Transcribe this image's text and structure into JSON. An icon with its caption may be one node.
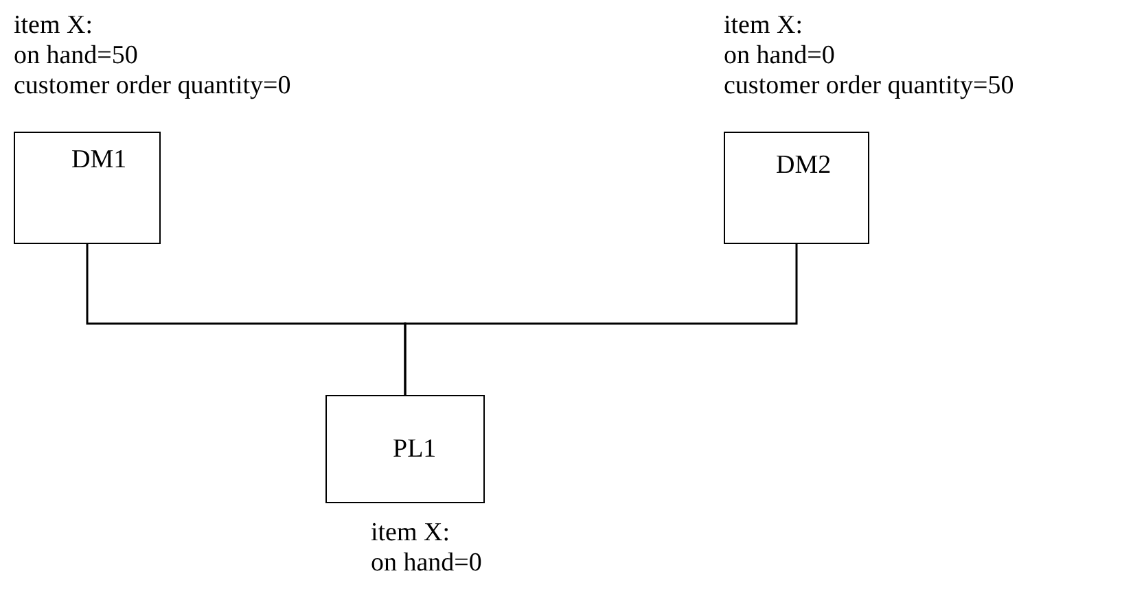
{
  "diagram": {
    "nodes": [
      {
        "text": [
          "DM1"
        ],
        "beside": [
          "item X:",
          "on hand=50",
          "customer order quantity=0"
        ]
      },
      {
        "text": [
          "DM2"
        ],
        "beside": [
          "item X:",
          "on hand=0",
          "customer order quantity=50"
        ]
      },
      {
        "text": [
          "PL1"
        ],
        "beside": [
          "item X:",
          "on hand=0"
        ]
      }
    ],
    "edges": [
      {
        "from": 0,
        "to": 2,
        "arrow": "none"
      },
      {
        "from": 1,
        "to": 2,
        "arrow": "none"
      }
    ]
  }
}
